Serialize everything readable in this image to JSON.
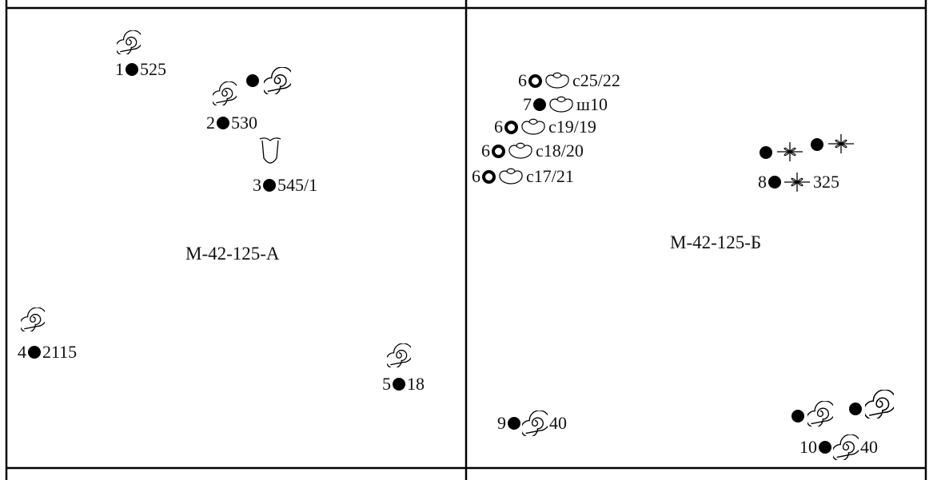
{
  "sheets": [
    {
      "id": "A",
      "label": "М-42-125-А"
    },
    {
      "id": "B",
      "label": "М-42-125-Б"
    }
  ],
  "localities": [
    {
      "number": "1",
      "code": "525"
    },
    {
      "number": "2",
      "code": "530"
    },
    {
      "number": "3",
      "code": "545/1"
    },
    {
      "number": "4",
      "code": "2115"
    },
    {
      "number": "5",
      "code": "18"
    },
    {
      "number": "6",
      "code": "с25/22"
    },
    {
      "number": "7",
      "code": "ш10"
    },
    {
      "number": "6",
      "code": "с19/19"
    },
    {
      "number": "6",
      "code": "с18/20"
    },
    {
      "number": "6",
      "code": "с17/21"
    },
    {
      "number": "8",
      "code": "325"
    },
    {
      "number": "9",
      "code": "40"
    },
    {
      "number": "10",
      "code": "40"
    }
  ],
  "icons": {
    "ammonite": "ammonite-icon",
    "bivalve": "bivalve-icon",
    "trefoil": "trefoil-icon",
    "cross_leaf": "four-lobed-fossil-icon",
    "filled_dot": "filled-dot-marker",
    "open_ring": "open-ring-marker"
  },
  "colors": {
    "ink": "#000000",
    "background": "#ffffff"
  }
}
